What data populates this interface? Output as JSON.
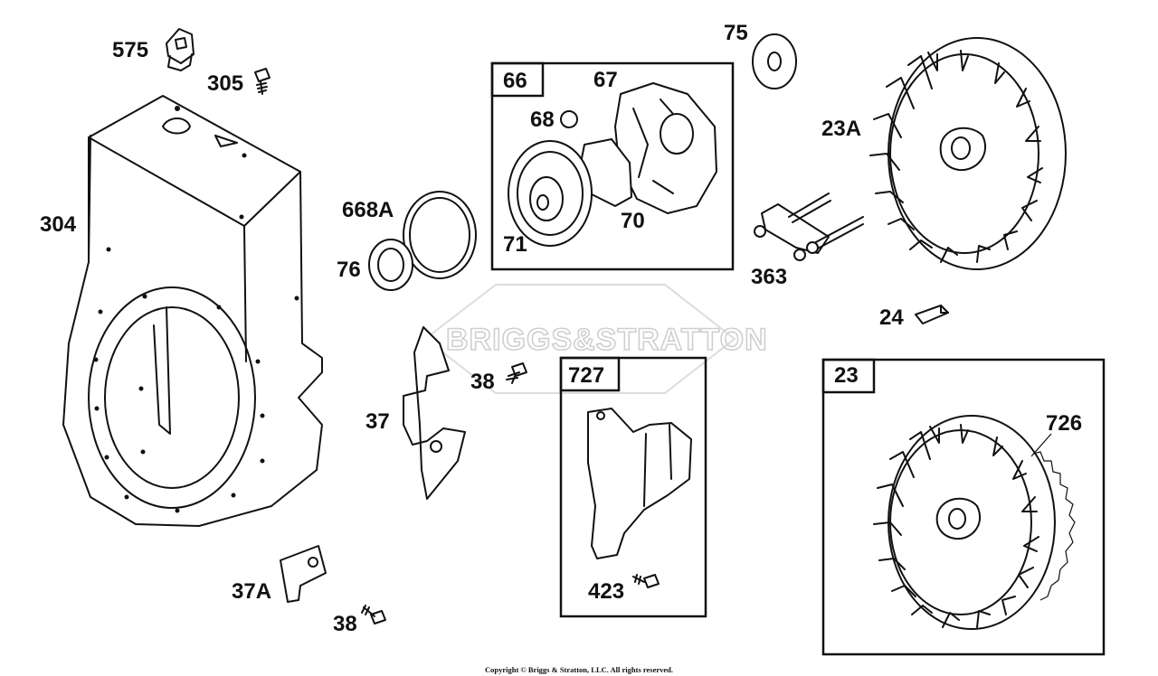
{
  "watermark": "BRIGGS&STRATTON",
  "copyright": "Copyright © Briggs & Stratton, LLC. All rights reserved.",
  "callouts": {
    "p575": "575",
    "p305": "305",
    "p304": "304",
    "p668A": "668A",
    "p76": "76",
    "p66": "66",
    "p67": "67",
    "p68": "68",
    "p71": "71",
    "p70": "70",
    "p75": "75",
    "p23A": "23A",
    "p363": "363",
    "p24": "24",
    "p37": "37",
    "p38a": "38",
    "p727": "727",
    "p423": "423",
    "p23": "23",
    "p726": "726",
    "p37A": "37A",
    "p38b": "38"
  }
}
